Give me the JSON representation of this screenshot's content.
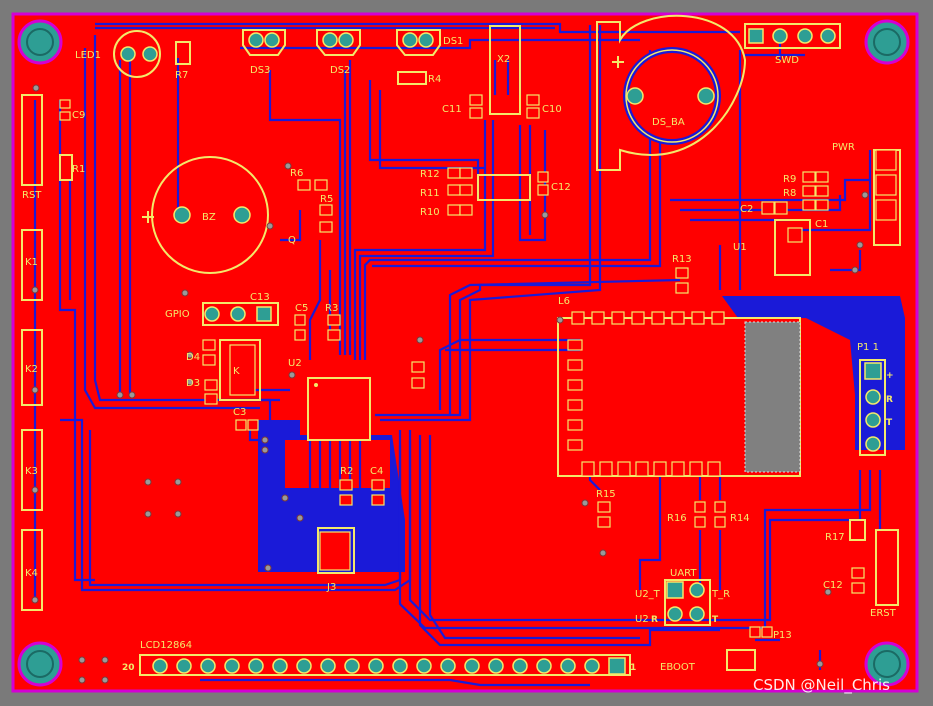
{
  "watermark": "CSDN @Neil_Chris",
  "colors": {
    "background": "#7a7a7a",
    "board_red": "#ff0000",
    "board_edge": "#d400d4",
    "copper_blue": "#1a1ad8",
    "silkscreen": "#f4e96a",
    "pad_teal": "#2e9e94",
    "via_grey": "#9a9a9a"
  },
  "silkscreen_labels": {
    "led1": "LED1",
    "r7": "R7",
    "ds3": "DS3",
    "ds2": "DS2",
    "ds1": "DS1",
    "x2": "X2",
    "r4": "R4",
    "c11": "C11",
    "c10": "C10",
    "ds_ba": "DS_BA",
    "swd": "SWD",
    "pwr": "PWR",
    "c9": "C9",
    "r1": "R1",
    "rst": "RST",
    "r6": "R6",
    "r5": "R5",
    "bz": "BZ",
    "q": "Q",
    "r12": "R12",
    "r11": "R11",
    "r10": "R10",
    "c12": "C12",
    "r9": "R9",
    "r8": "R8",
    "c2": "C2",
    "c1": "C1",
    "u1": "U1",
    "k1": "K1",
    "k2": "K2",
    "k3": "K3",
    "k4": "K4",
    "gpio": "GPIO",
    "c13": "C13",
    "c5": "C5",
    "r3": "R3",
    "d4": "D4",
    "k": "K",
    "d3": "D3",
    "u2": "U2",
    "c3": "C3",
    "r2": "R2",
    "c4": "C4",
    "j3": "J3",
    "l6": "L6",
    "r13": "R13",
    "p1_1": "P1 1",
    "plus": "+",
    "pin_r": "R",
    "pin_t": "T",
    "r15": "R15",
    "r16": "R16",
    "r14": "R14",
    "r17": "R17",
    "uart": "UART",
    "u2_tx": "U2_T",
    "u2_r": "U2",
    "t_r": "T_R",
    "t": "T",
    "r": "R",
    "c12b": "C12",
    "erst": "ERST",
    "p13": "P13",
    "eboot": "EBOOT",
    "lcd": "LCD12864",
    "pin20": "20",
    "pin1": "1"
  }
}
